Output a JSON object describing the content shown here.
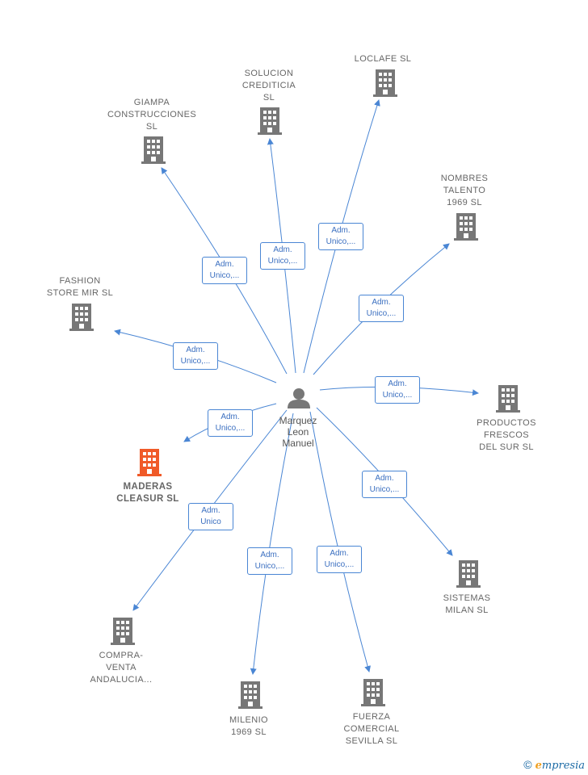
{
  "center": {
    "name_lines": [
      "Marquez",
      "Leon",
      "Manuel"
    ]
  },
  "companies": [
    {
      "id": "giampa",
      "lines": [
        "GIAMPA",
        "CONSTRUCCIONES",
        "SL"
      ],
      "highlight": false
    },
    {
      "id": "solucion",
      "lines": [
        "SOLUCION",
        "CREDITICIA",
        "SL"
      ],
      "highlight": false
    },
    {
      "id": "loclafe",
      "lines": [
        "LOCLAFE  SL"
      ],
      "highlight": false
    },
    {
      "id": "nombres",
      "lines": [
        "NOMBRES",
        "TALENTO",
        "1969  SL"
      ],
      "highlight": false
    },
    {
      "id": "fashion",
      "lines": [
        "FASHION",
        "STORE MIR  SL"
      ],
      "highlight": false
    },
    {
      "id": "productos",
      "lines": [
        "PRODUCTOS",
        "FRESCOS",
        "DEL SUR  SL"
      ],
      "highlight": false
    },
    {
      "id": "maderas",
      "lines": [
        "MADERAS",
        "CLEASUR  SL"
      ],
      "highlight": true
    },
    {
      "id": "sistemas",
      "lines": [
        "SISTEMAS",
        "MILAN  SL"
      ],
      "highlight": false
    },
    {
      "id": "compra",
      "lines": [
        "COMPRA-",
        "VENTA",
        "ANDALUCIA..."
      ],
      "highlight": false
    },
    {
      "id": "milenio",
      "lines": [
        "MILENIO",
        "1969  SL"
      ],
      "highlight": false
    },
    {
      "id": "fuerza",
      "lines": [
        "FUERZA",
        "COMERCIAL",
        "SEVILLA  SL"
      ],
      "highlight": false
    }
  ],
  "edges": [
    {
      "to": "giampa",
      "label": [
        "Adm.",
        "Unico,..."
      ]
    },
    {
      "to": "solucion",
      "label": [
        "Adm.",
        "Unico,..."
      ]
    },
    {
      "to": "loclafe",
      "label": [
        "Adm.",
        "Unico,..."
      ]
    },
    {
      "to": "nombres",
      "label": [
        "Adm.",
        "Unico,..."
      ]
    },
    {
      "to": "fashion",
      "label": [
        "Adm.",
        "Unico,..."
      ]
    },
    {
      "to": "productos",
      "label": [
        "Adm.",
        "Unico,..."
      ]
    },
    {
      "to": "maderas",
      "label": [
        "Adm.",
        "Unico,..."
      ]
    },
    {
      "to": "sistemas",
      "label": [
        "Adm.",
        "Unico,..."
      ]
    },
    {
      "to": "compra",
      "label": [
        "Adm.",
        "Unico"
      ]
    },
    {
      "to": "milenio",
      "label": [
        "Adm.",
        "Unico,..."
      ]
    },
    {
      "to": "fuerza",
      "label": [
        "Adm.",
        "Unico,..."
      ]
    }
  ],
  "colors": {
    "edge": "#4a86d4",
    "building": "#777777",
    "building_highlight": "#f05a28",
    "person": "#777777"
  },
  "footer": {
    "copyright": "©",
    "brand_first": "e",
    "brand_rest": "mpresia"
  }
}
